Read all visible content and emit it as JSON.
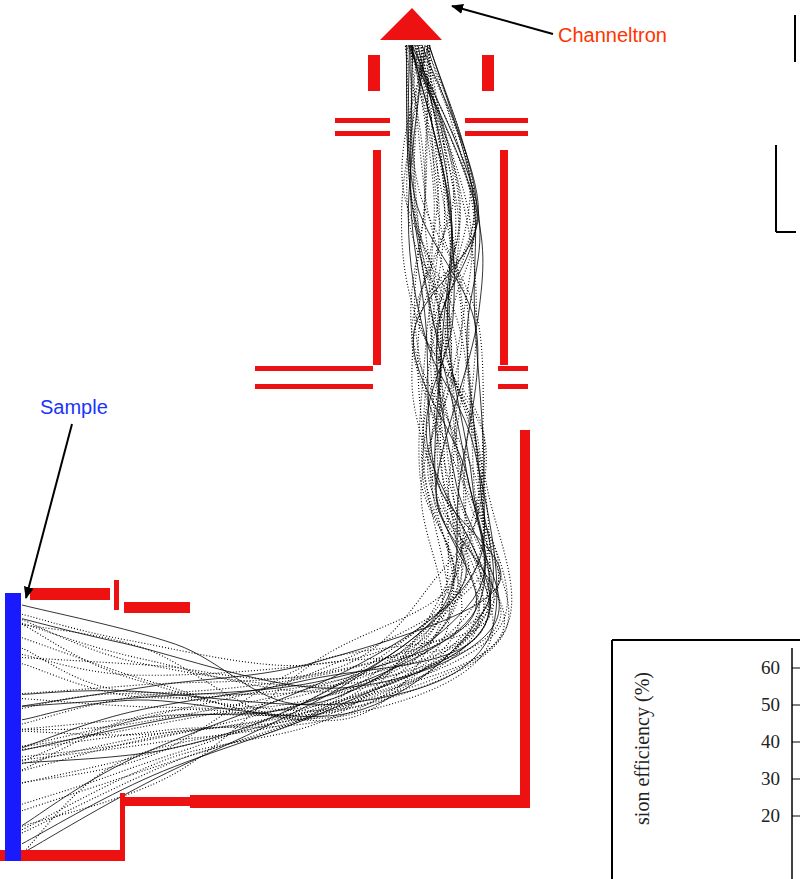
{
  "diagram": {
    "labels": [
      "Channeltron",
      "Sample",
      "sion efficiency (%)",
      "60",
      "50",
      "40",
      "30",
      "20"
    ]
  }
}
